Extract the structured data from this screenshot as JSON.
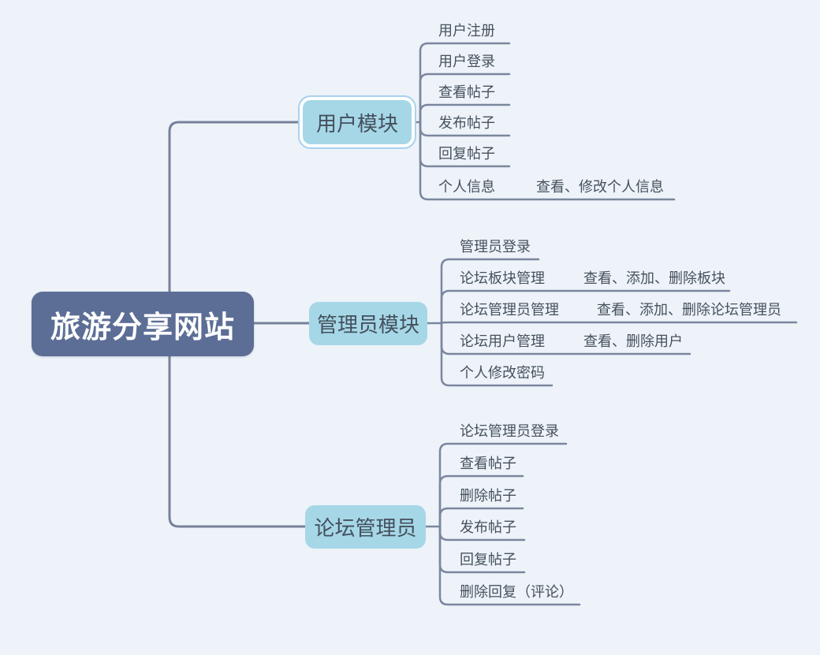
{
  "app": {
    "background_color": "#edf3f9",
    "connector_color": "#76819b",
    "root_fill_color": "#5c6e96",
    "branch_fill_color": "#a6d7e7",
    "selection_ring_color": "#a9d1ef"
  },
  "root": {
    "label": "旅游分享网站"
  },
  "branches": [
    {
      "label": "用户模块",
      "selected": true,
      "children": [
        {
          "label": "用户注册"
        },
        {
          "label": "用户登录"
        },
        {
          "label": "查看帖子"
        },
        {
          "label": "发布帖子"
        },
        {
          "label": "回复帖子"
        },
        {
          "label": "个人信息",
          "sub": "查看、修改个人信息"
        }
      ]
    },
    {
      "label": "管理员模块",
      "selected": false,
      "children": [
        {
          "label": "管理员登录"
        },
        {
          "label": "论坛板块管理",
          "sub": "查看、添加、删除板块"
        },
        {
          "label": "论坛管理员管理",
          "sub": "查看、添加、删除论坛管理员"
        },
        {
          "label": "论坛用户管理",
          "sub": "查看、删除用户"
        },
        {
          "label": "个人修改密码"
        }
      ]
    },
    {
      "label": "论坛管理员",
      "selected": false,
      "children": [
        {
          "label": "论坛管理员登录"
        },
        {
          "label": "查看帖子"
        },
        {
          "label": "删除帖子"
        },
        {
          "label": "发布帖子"
        },
        {
          "label": "回复帖子"
        },
        {
          "label": "删除回复（评论）"
        }
      ]
    }
  ]
}
